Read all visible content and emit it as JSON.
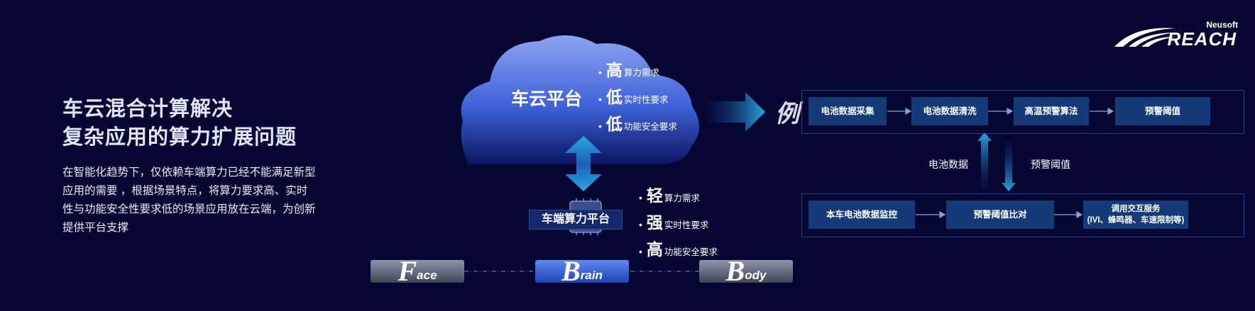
{
  "brand": {
    "top": "Neusoft",
    "bottom": "REACH"
  },
  "headline": {
    "line1": "车云混合计算解决",
    "line2": "复杂应用的算力扩展问题"
  },
  "description": "在智能化趋势下，仅依赖车端算力已经不能满足新型应用的需要 ，根据场景特点，将算力要求高、实时性与功能安全性要求低的场景应用放在云端，为创新提供平台支撑",
  "cloud": {
    "title": "车云平台",
    "bullets": [
      {
        "big": "高",
        "small": "算力需求"
      },
      {
        "big": "低",
        "small": "实时性要求"
      },
      {
        "big": "低",
        "small": "功能安全要求"
      }
    ]
  },
  "edge": {
    "title": "车端算力平台",
    "bullets": [
      {
        "big": "轻",
        "small": "算力需求"
      },
      {
        "big": "强",
        "small": "实时性要求"
      },
      {
        "big": "高",
        "small": "功能安全要求"
      }
    ]
  },
  "fbb": [
    {
      "cap": "F",
      "rest": "ace"
    },
    {
      "cap": "B",
      "rest": "rain"
    },
    {
      "cap": "B",
      "rest": "ody"
    }
  ],
  "example": {
    "char": "例",
    "top_flow": [
      "电池数据采集",
      "电池数据清洗",
      "高温预警算法",
      "预警阈值"
    ],
    "up_label": "电池数据",
    "down_label": "预警阈值",
    "bottom_flow": [
      "本车电池数据监控",
      "预警阈值比对",
      "调用交互服务",
      "(IVI、蜂鸣器、车速限制等)"
    ]
  },
  "colors": {
    "background": "#060632",
    "box": "#143a78",
    "accent": "#2aa7e0"
  }
}
